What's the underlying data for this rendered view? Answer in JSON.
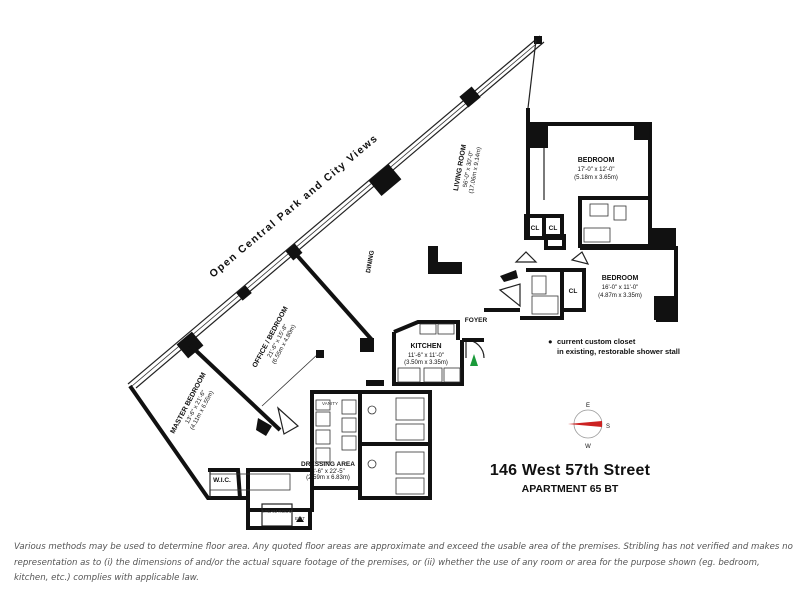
{
  "views_label": "Open Central Park and City Views",
  "rooms": {
    "living": {
      "name": "LIVING ROOM",
      "dims": "56'-0\" x 30'-0\"",
      "metric": "(17.06m x 9.14m)"
    },
    "dining": {
      "name": "DINING"
    },
    "office": {
      "name": "OFFICE / BEDROOM",
      "dims": "21'-6\" x 15'-8\"",
      "metric": "(6.55m x 4.80m)"
    },
    "master": {
      "name": "MASTER BEDROOM",
      "dims": "13'-6\" x 21'-6\"",
      "metric": "(4.11m x 6.55m)"
    },
    "bedroom1": {
      "name": "BEDROOM",
      "dims": "17'-0\" x 12'-0\"",
      "metric": "(5.18m x 3.65m)"
    },
    "bedroom2": {
      "name": "BEDROOM",
      "dims": "16'-0\" x 11'-0\"",
      "metric": "(4.87m x 3.35m)"
    },
    "kitchen": {
      "name": "KITCHEN",
      "dims": "11'-6\" x 11'-0\"",
      "metric": "(3.50m x 3.35m)"
    },
    "dressing": {
      "name": "DRESSING AREA",
      "dims": "8'-6\" x 22'-5\"",
      "metric": "(2.59m x 6.83m)"
    },
    "foyer": {
      "name": "FOYER"
    },
    "wic": {
      "name": "W.I.C."
    },
    "steam": {
      "name": "STEAM ROOM"
    },
    "vanity": {
      "name": "VANITY"
    },
    "closet": {
      "name": "CL"
    },
    "exit": {
      "name": "EXIT"
    }
  },
  "compass": {
    "e": "E",
    "s": "S",
    "w": "W"
  },
  "note": {
    "bullet": "●",
    "line1": "current custom closet",
    "line2": "in existing, restorable shower stall"
  },
  "address": "146 West 57th Street",
  "apartment": "APARTMENT 65 BT",
  "disclaimer": "Various methods may be used to determine floor area. Any quoted floor areas are approximate and exceed the usable area of the premises. Stribling has not verified and makes no representation as to (i) the dimensions of and/or the actual square footage of the premises, or (ii) whether the use of any room or area for the purpose shown (eg. bedroom, kitchen, etc.) complies with applicable law.",
  "colors": {
    "wall": "#111111",
    "north_arrow": "#1a9a3a",
    "compass_needle": "#cc2222"
  }
}
